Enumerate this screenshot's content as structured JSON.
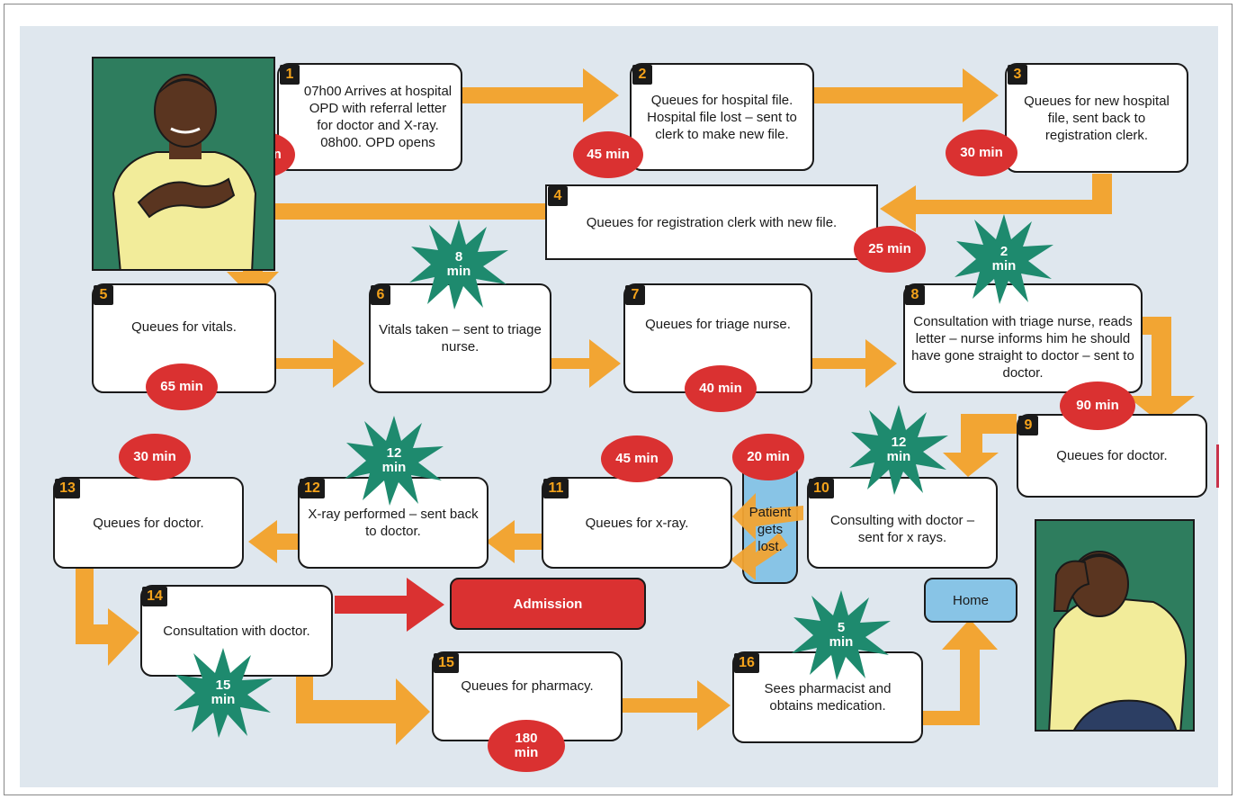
{
  "steps": [
    {
      "num": "1",
      "text": "07h00 Arrives at hospital OPD with referral letter for doctor and X-ray. 08h00. OPD opens"
    },
    {
      "num": "2",
      "text": "Queues for hospital file. Hospital file lost – sent to clerk to make new file."
    },
    {
      "num": "3",
      "text": "Queues for new hospital file, sent back to registration clerk."
    },
    {
      "num": "4",
      "text": "Queues for registration clerk with new file."
    },
    {
      "num": "5",
      "text": "Queues for vitals."
    },
    {
      "num": "6",
      "text": "Vitals taken – sent to triage nurse."
    },
    {
      "num": "7",
      "text": "Queues for triage nurse."
    },
    {
      "num": "8",
      "text": "Consultation with triage nurse, reads letter – nurse informs him he should have gone straight to doctor – sent to doctor."
    },
    {
      "num": "9",
      "text": "Queues for doctor."
    },
    {
      "num": "10",
      "text": "Consulting with doctor – sent for x rays."
    },
    {
      "num": "11",
      "text": "Queues for x-ray."
    },
    {
      "num": "12",
      "text": "X-ray performed – sent back to doctor."
    },
    {
      "num": "13",
      "text": "Queues for doctor."
    },
    {
      "num": "14",
      "text": "Consultation with doctor."
    },
    {
      "num": "15",
      "text": "Queues for pharmacy."
    },
    {
      "num": "16",
      "text": "Sees pharmacist and obtains medication."
    }
  ],
  "waits": [
    "60 min",
    "45 min",
    "30 min",
    "25 min",
    "65 min",
    "40 min",
    "90 min",
    "45 min",
    "20 min",
    "30 min",
    "180\nmin"
  ],
  "bursts": [
    "8\nmin",
    "2\nmin",
    "12\nmin",
    "12\nmin",
    "15\nmin",
    "5\nmin"
  ],
  "lost": "Patient gets lost.",
  "admission": "Admission",
  "home": "Home",
  "colors": {
    "arrow": "#f2a533",
    "admission": "#da3131",
    "wait": "#da3131",
    "burst": "#1e8a6e",
    "home": "#88c4e6",
    "background": "#dfe7ee"
  }
}
